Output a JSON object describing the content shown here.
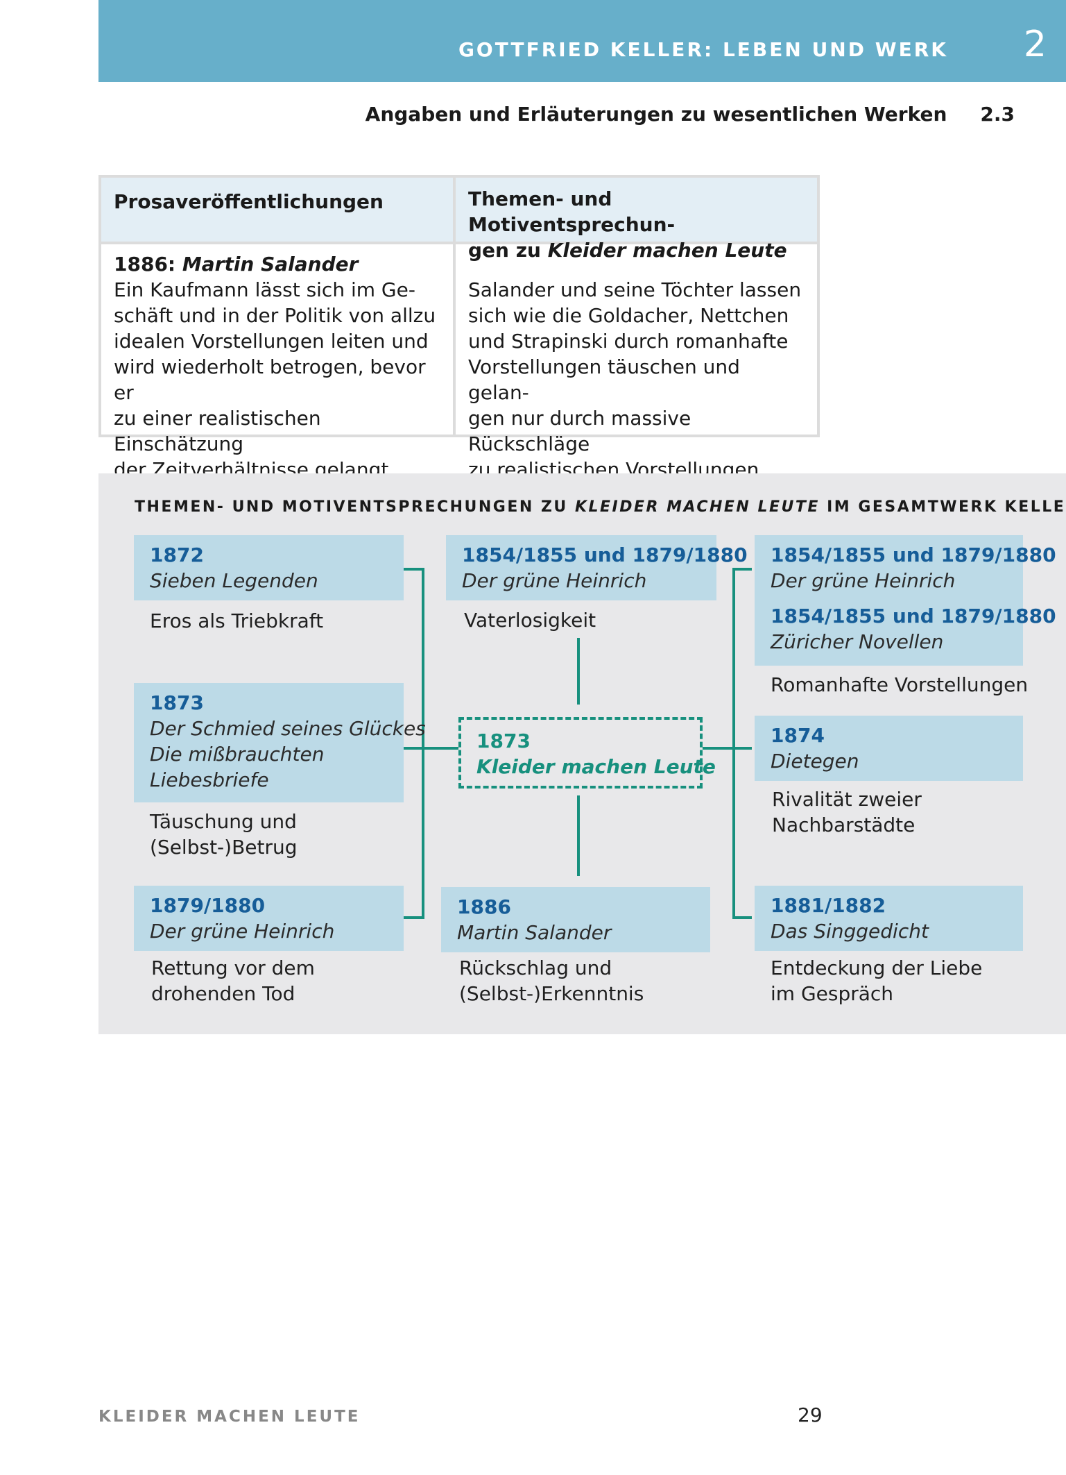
{
  "header": {
    "title": "GOTTFRIED KELLER: LEBEN UND WERK",
    "chapter": "2",
    "subtitle": "Angaben und Erläuterungen zu wesentlichen Werken",
    "section": "2.3"
  },
  "table": {
    "col1_header": "Prosaveröffentlichungen",
    "col2_header_1": "Themen- und Motiventsprechun-",
    "col2_header_2": "gen zu ",
    "col2_header_work": "Kleider machen Leute",
    "row1": {
      "year": "1886: ",
      "work": "Martin Salander",
      "desc_lines": [
        "Ein Kaufmann lässt sich im Ge-",
        "schäft und in der Politik von allzu",
        "idealen Vorstellungen leiten und",
        "wird wiederholt betrogen, bevor er",
        "zu einer realistischen Einschätzung",
        "der Zeitverhältnisse gelangt."
      ],
      "theme_lines": [
        "Salander und seine Töchter lassen",
        "sich wie die Goldacher, Nettchen",
        "und Strapinski durch romanhafte",
        "Vorstellungen täuschen und gelan-",
        "gen nur durch massive Rückschläge",
        "zu realistischen Vorstellungen."
      ]
    }
  },
  "diagram": {
    "title_pre": "THEMEN- UND MOTIVENTSPRECHUNGEN ZU ",
    "title_work": "KLEIDER MACHEN LEUTE",
    "title_post": " IM GESAMTWERK KELLERS",
    "center": {
      "year": "1873",
      "title": "Kleider machen Leute"
    },
    "left": [
      {
        "year": "1872",
        "titles": [
          "Sieben Legenden"
        ],
        "theme": [
          "Eros als Triebkraft"
        ]
      },
      {
        "year": "1873",
        "titles": [
          "Der Schmied seines Glückes",
          "Die mißbrauchten",
          "Liebesbriefe"
        ],
        "theme": [
          "Täuschung und",
          "(Selbst-)Betrug"
        ]
      },
      {
        "year": "1879/1880",
        "titles": [
          "Der grüne Heinrich"
        ],
        "theme": [
          "Rettung vor dem",
          "drohenden Tod"
        ]
      }
    ],
    "middle": [
      {
        "year": "1854/1855 und 1879/1880",
        "titles": [
          "Der grüne Heinrich"
        ],
        "theme": [
          "Vaterlosigkeit"
        ]
      },
      {
        "year": "1886",
        "titles": [
          "Martin Salander"
        ],
        "theme": [
          "Rückschlag und",
          "(Selbst-)Erkenntnis"
        ]
      }
    ],
    "right": [
      {
        "year": "1854/1855 und 1879/1880",
        "titles": [
          "Der grüne Heinrich"
        ],
        "year2": "1854/1855 und 1879/1880",
        "titles2": [
          "Züricher Novellen"
        ],
        "theme": [
          "Romanhafte Vorstellungen"
        ]
      },
      {
        "year": "1874",
        "titles": [
          "Dietegen"
        ],
        "theme": [
          "Rivalität zweier",
          "Nachbarstädte"
        ]
      },
      {
        "year": "1881/1882",
        "titles": [
          "Das Singgedicht"
        ],
        "theme": [
          "Entdeckung der Liebe",
          "im Gespräch"
        ]
      }
    ]
  },
  "footer": {
    "book": "KLEIDER MACHEN LEUTE",
    "page": "29"
  }
}
